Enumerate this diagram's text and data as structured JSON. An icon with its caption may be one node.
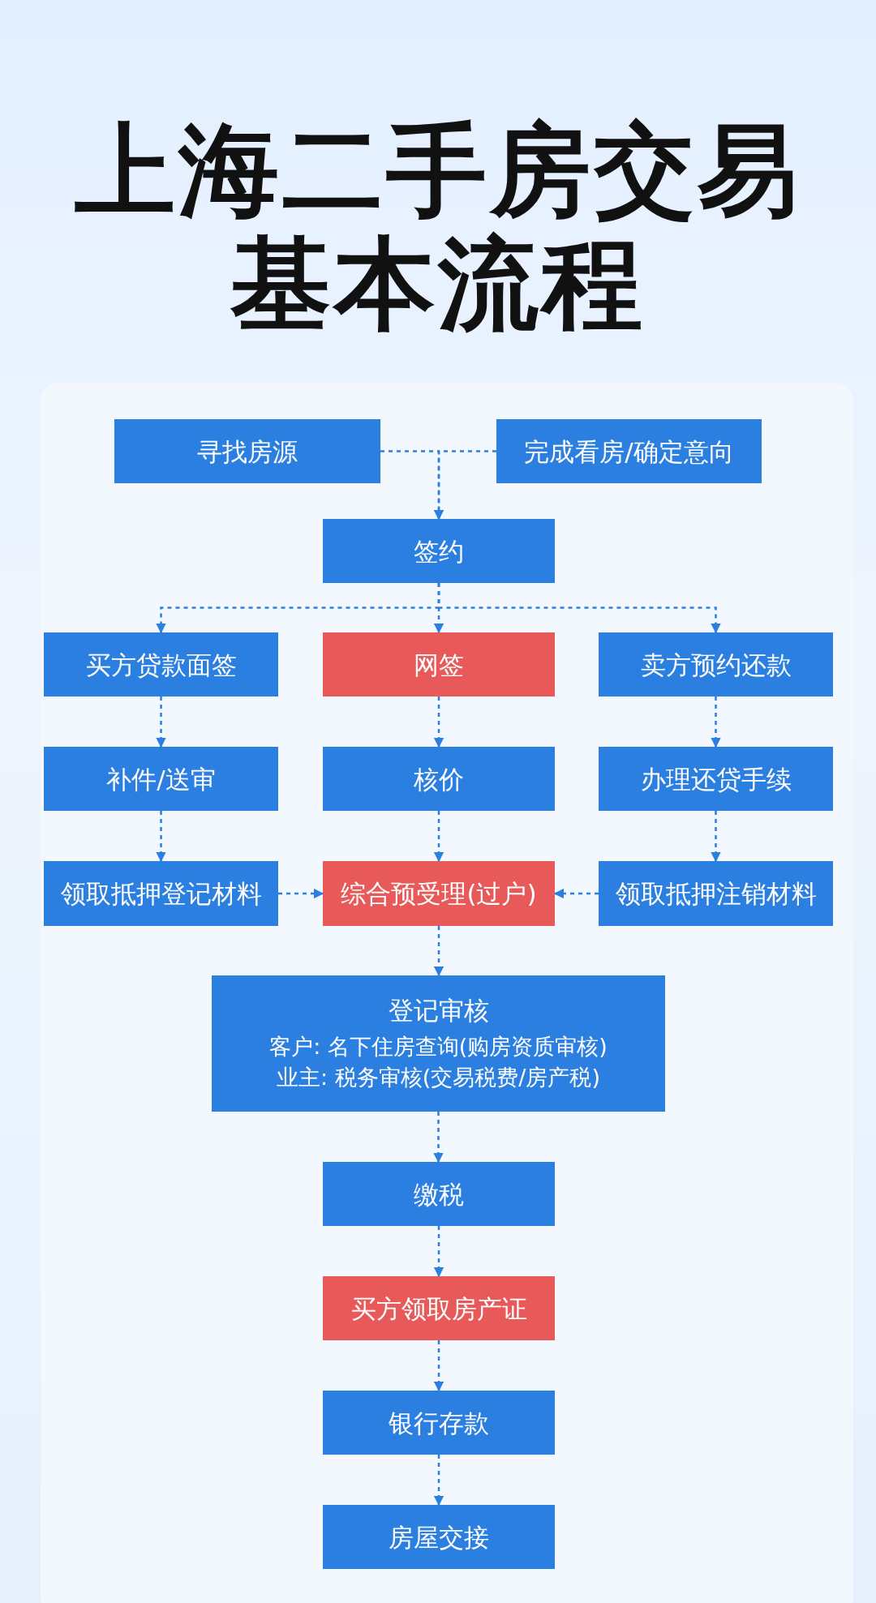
{
  "diagram": {
    "title": "上海二手房交易基本流程",
    "nodes": [
      {
        "text": [
          "寻找房源"
        ]
      },
      {
        "text": [
          "完成看房/确定意向"
        ]
      },
      {
        "text": [
          "签约"
        ]
      },
      {
        "text": [
          "买方贷款面签"
        ]
      },
      {
        "text": [
          "网签"
        ]
      },
      {
        "text": [
          "卖方预约还款"
        ]
      },
      {
        "text": [
          "补件/送审"
        ]
      },
      {
        "text": [
          "核价"
        ]
      },
      {
        "text": [
          "办理还贷手续"
        ]
      },
      {
        "text": [
          "领取抵押登记材料"
        ]
      },
      {
        "text": [
          "综合预受理(过户)"
        ]
      },
      {
        "text": [
          "领取抵押注销材料"
        ]
      },
      {
        "text": [
          "登记审核",
          "客户: 名下住房查询(购房资质审核)",
          "业主: 税务审核(交易税费/房产税)"
        ]
      },
      {
        "text": [
          "缴税"
        ]
      },
      {
        "text": [
          "买方领取房产证"
        ]
      },
      {
        "text": [
          "银行存款"
        ]
      },
      {
        "text": [
          "房屋交接"
        ]
      }
    ],
    "edges": [
      {
        "from": 0,
        "to": 2,
        "arrow": "to"
      },
      {
        "from": 1,
        "to": 2,
        "arrow": "to"
      },
      {
        "from": 2,
        "to": 3,
        "arrow": "to"
      },
      {
        "from": 2,
        "to": 4,
        "arrow": "to"
      },
      {
        "from": 2,
        "to": 5,
        "arrow": "to"
      },
      {
        "from": 3,
        "to": 6,
        "arrow": "to"
      },
      {
        "from": 4,
        "to": 7,
        "arrow": "to"
      },
      {
        "from": 5,
        "to": 8,
        "arrow": "to"
      },
      {
        "from": 6,
        "to": 9,
        "arrow": "to"
      },
      {
        "from": 7,
        "to": 10,
        "arrow": "to"
      },
      {
        "from": 8,
        "to": 11,
        "arrow": "to"
      },
      {
        "from": 9,
        "to": 10,
        "arrow": "to"
      },
      {
        "from": 11,
        "to": 10,
        "arrow": "to"
      },
      {
        "from": 10,
        "to": 12,
        "arrow": "to"
      },
      {
        "from": 12,
        "to": 13,
        "arrow": "to"
      },
      {
        "from": 13,
        "to": 14,
        "arrow": "to"
      },
      {
        "from": 14,
        "to": 15,
        "arrow": "to"
      },
      {
        "from": 15,
        "to": 16,
        "arrow": "to"
      }
    ]
  }
}
